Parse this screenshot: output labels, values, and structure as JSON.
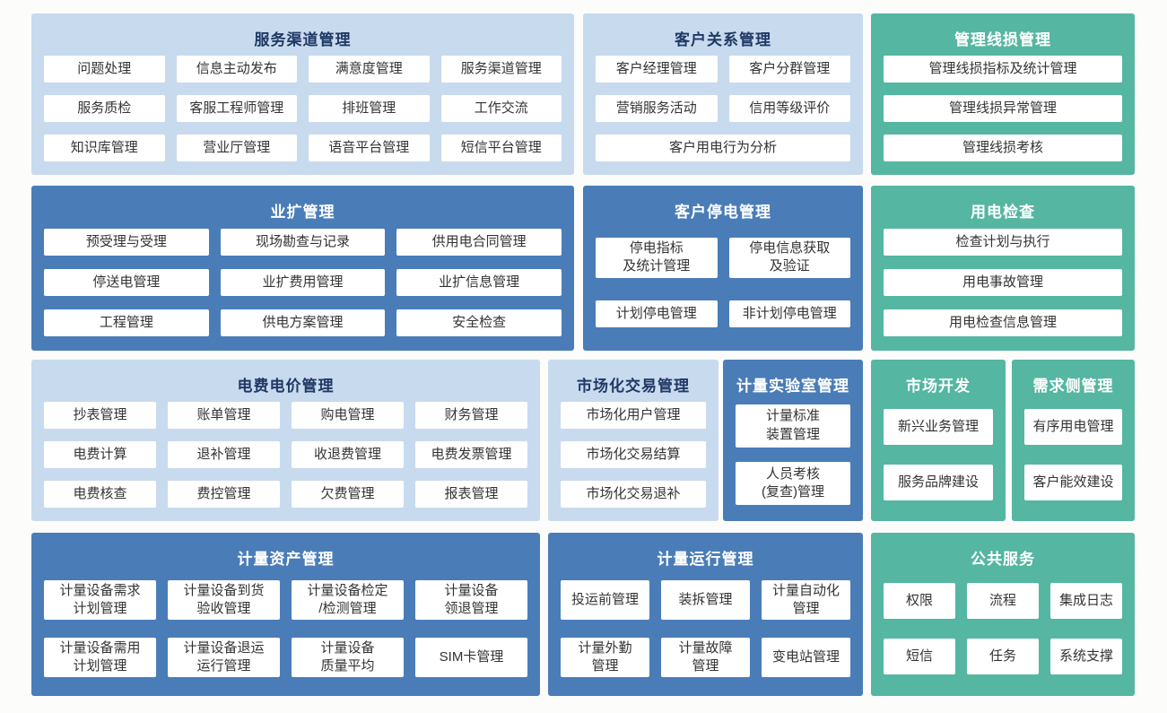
{
  "colors": {
    "light_panel": "#c8daee",
    "dark_panel": "#4a7db8",
    "teal_panel": "#55b6a2",
    "item_bg": "#ffffff",
    "item_text": "#333333",
    "title_on_light": "#1f3864",
    "title_on_dark": "#ffffff",
    "page_bg": "#fcfcfa"
  },
  "panels": [
    {
      "id": "service-channel",
      "title": "服务渠道管理",
      "items": [
        "问题处理",
        "信息主动发布",
        "满意度管理",
        "服务渠道管理",
        "服务质检",
        "客服工程师管理",
        "排班管理",
        "工作交流",
        "知识库管理",
        "营业厅管理",
        "语音平台管理",
        "短信平台管理"
      ]
    },
    {
      "id": "customer-relation",
      "title": "客户关系管理",
      "items": [
        "客户经理管理",
        "客户分群管理",
        "营销服务活动",
        "信用等级评价",
        {
          "text": "客户用电行为分析",
          "span": 2
        }
      ]
    },
    {
      "id": "line-loss",
      "title": "管理线损管理",
      "items": [
        "管理线损指标及统计管理",
        "管理线损异常管理",
        "管理线损考核"
      ]
    },
    {
      "id": "business-expansion",
      "title": "业扩管理",
      "items": [
        "预受理与受理",
        "现场勘查与记录",
        "供用电合同管理",
        "停送电管理",
        "业扩费用管理",
        "业扩信息管理",
        "工程管理",
        "供电方案管理",
        "安全检查"
      ]
    },
    {
      "id": "customer-outage",
      "title": "客户停电管理",
      "items": [
        "停电指标\n及统计管理",
        "停电信息获取\n及验证",
        "计划停电管理",
        "非计划停电管理"
      ]
    },
    {
      "id": "power-inspection",
      "title": "用电检查",
      "items": [
        "检查计划与执行",
        "用电事故管理",
        "用电检查信息管理"
      ]
    },
    {
      "id": "billing-price",
      "title": "电费电价管理",
      "items": [
        "抄表管理",
        "账单管理",
        "购电管理",
        "财务管理",
        "电费计算",
        "退补管理",
        "收退费管理",
        "电费发票管理",
        "电费核查",
        "费控管理",
        "欠费管理",
        "报表管理"
      ]
    },
    {
      "id": "market-trade",
      "title": "市场化交易管理",
      "items": [
        "市场化用户管理",
        "市场化交易结算",
        "市场化交易退补"
      ]
    },
    {
      "id": "metering-lab",
      "title": "计量实验室管理",
      "items": [
        "计量标准\n装置管理",
        "人员考核\n(复查)管理"
      ]
    },
    {
      "id": "market-dev",
      "title": "市场开发",
      "items": [
        "新兴业务管理",
        "服务品牌建设"
      ]
    },
    {
      "id": "demand-side",
      "title": "需求侧管理",
      "items": [
        "有序用电管理",
        "客户能效建设"
      ]
    },
    {
      "id": "metering-assets",
      "title": "计量资产管理",
      "items": [
        "计量设备需求\n计划管理",
        "计量设备到货\n验收管理",
        "计量设备检定\n/检测管理",
        "计量设备\n领退管理",
        "计量设备需用\n计划管理",
        "计量设备退运\n运行管理",
        "计量设备\n质量平均",
        "SIM卡管理"
      ]
    },
    {
      "id": "metering-operation",
      "title": "计量运行管理",
      "items": [
        "投运前管理",
        "装拆管理",
        "计量自动化\n管理",
        "计量外勤\n管理",
        "计量故障\n管理",
        "变电站管理"
      ]
    },
    {
      "id": "public-service",
      "title": "公共服务",
      "items": [
        "权限",
        "流程",
        "集成日志",
        "短信",
        "任务",
        "系统支撑"
      ]
    }
  ]
}
